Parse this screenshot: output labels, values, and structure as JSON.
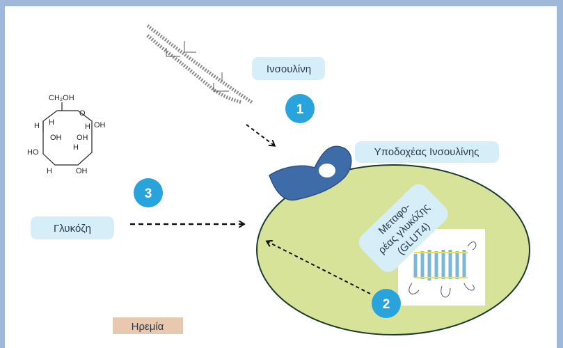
{
  "labels": {
    "insulin": "Ινσουλίνη",
    "receptor": "Υποδοχέας Ινσουλίνης",
    "glucose": "Γλυκόζη",
    "transporter_line1": "Μεταφο-",
    "transporter_line2": "ρέας γλυκόζης",
    "transporter_line3": "(GLUT4)",
    "state": "Ηρεμία"
  },
  "steps": [
    "1",
    "2",
    "3"
  ],
  "molecule": {
    "ch2oh": "CH₂OH",
    "o": "O",
    "oh": "OH",
    "ho": "HO",
    "h": "H"
  },
  "colors": {
    "border": "#9fb7d8",
    "pill": "#d5eef8",
    "step_circle": "#29a3dc",
    "cell_fill": "#d8e39a",
    "cell_stroke": "#1c3a30",
    "receptor": "#3e6ca8",
    "state_box": "#e8c8ae"
  },
  "icons": [
    "insulin-chain-icon",
    "glucose-molecule-icon",
    "receptor-icon",
    "glut4-structure-icon"
  ]
}
